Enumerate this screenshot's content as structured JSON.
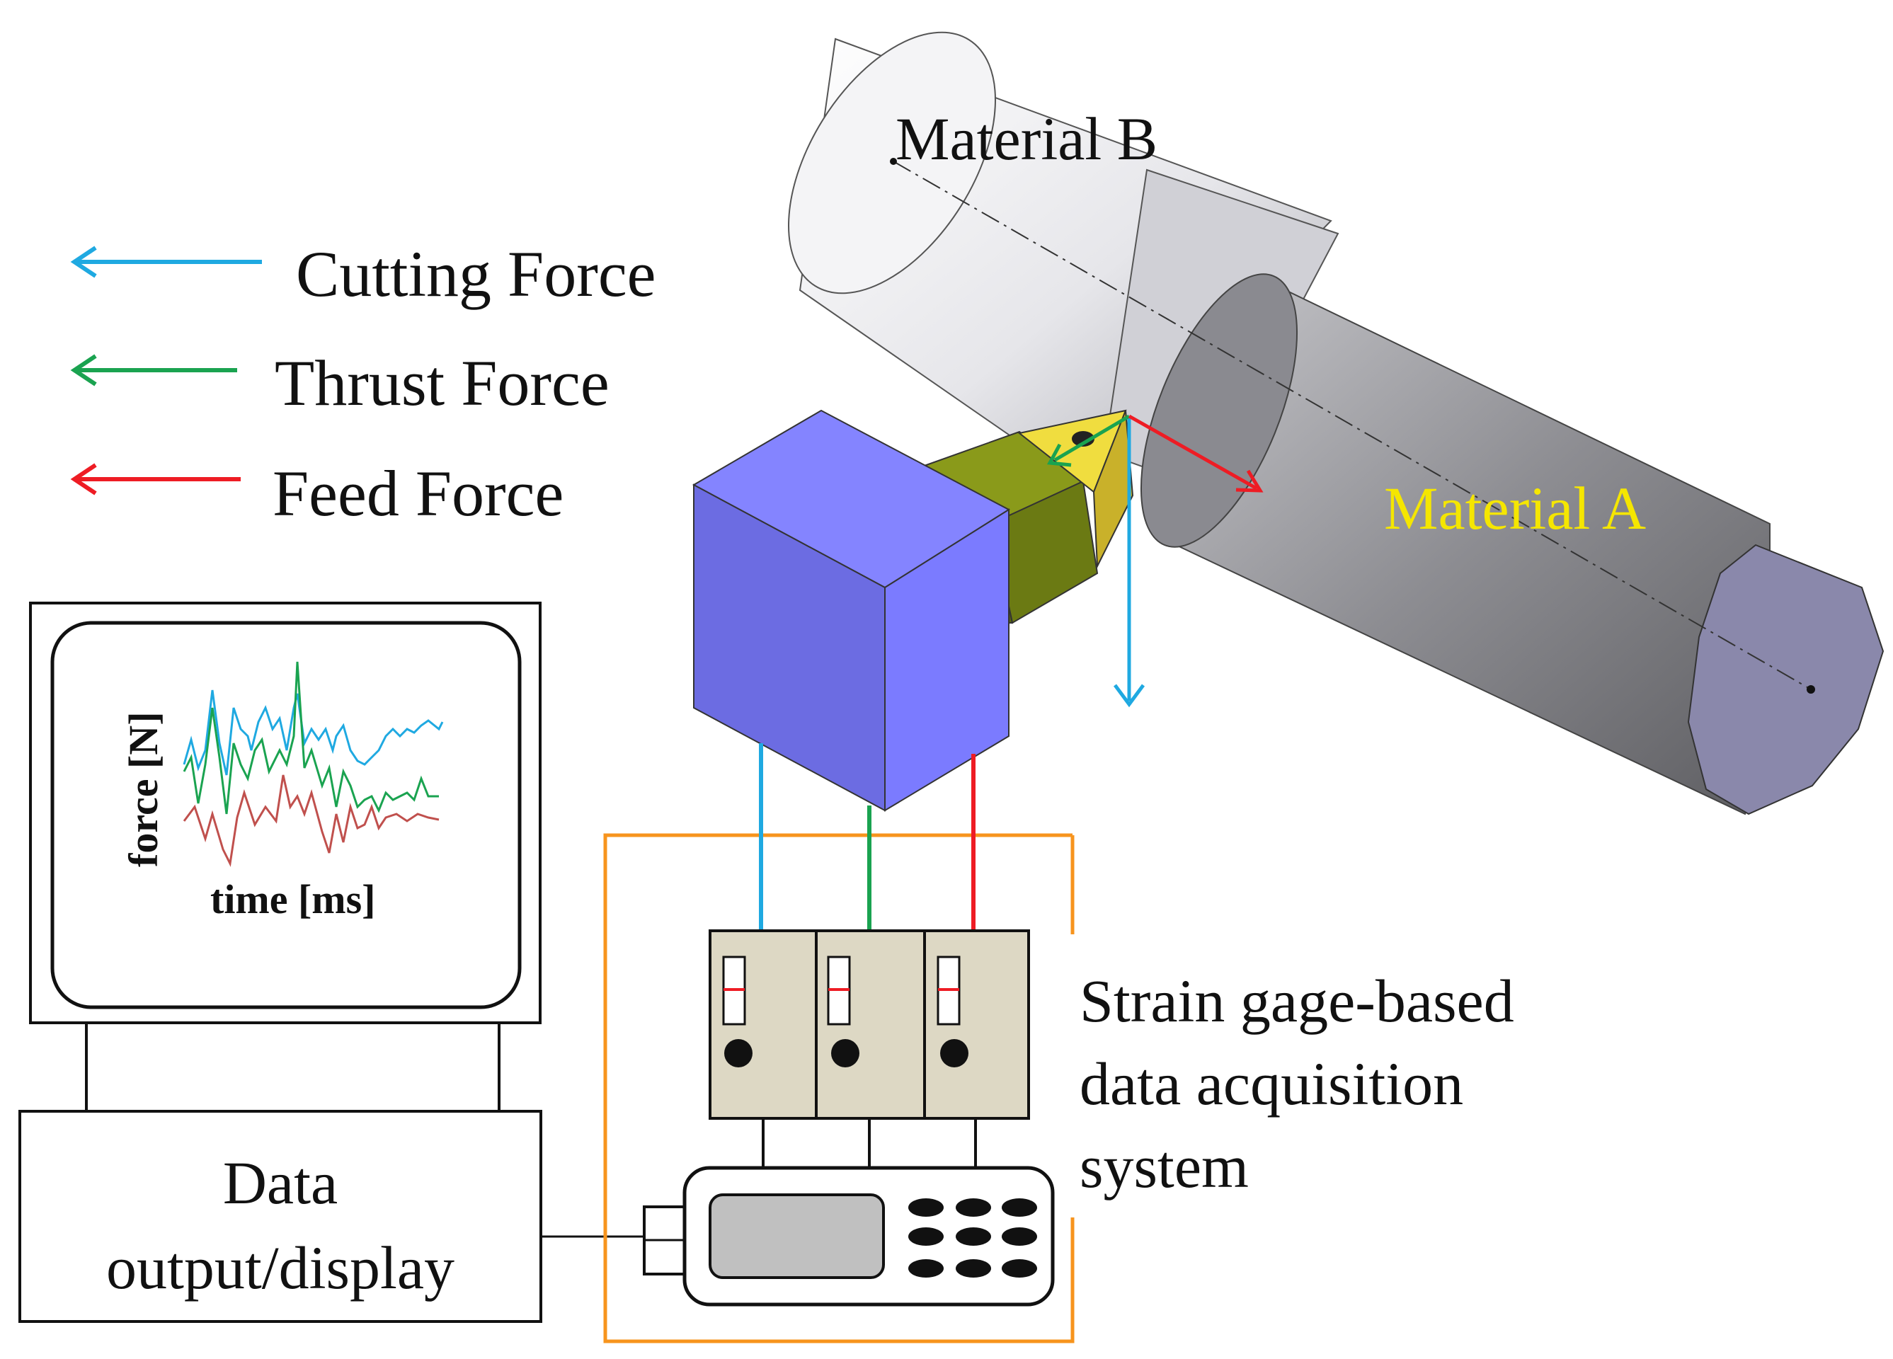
{
  "legend": {
    "items": [
      {
        "label": "Cutting Force",
        "color": "#1fa9e1"
      },
      {
        "label": "Thrust Force",
        "color": "#1aa350"
      },
      {
        "label": "Feed Force",
        "color": "#ee1c24"
      }
    ]
  },
  "workpiece": {
    "material_b": "Material B",
    "material_a": "Material A",
    "material_a_color": "#f5e600"
  },
  "monitor": {
    "ylabel": "force [N]",
    "xlabel": "time [ms]"
  },
  "data_output": {
    "line1": "Data",
    "line2": "output/display"
  },
  "daq": {
    "line1": "Strain gage-based",
    "line2": "data acquisition",
    "line3": "system",
    "frame_color": "#f7941d"
  },
  "colors": {
    "dynamometer": "#7474f0",
    "tool_holder": "#6b7a13",
    "insert": "#e8d23a",
    "module": "#ddd8c4"
  }
}
